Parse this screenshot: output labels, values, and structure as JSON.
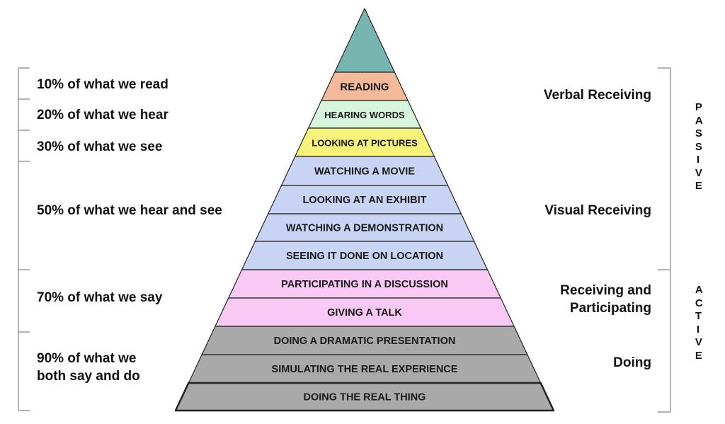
{
  "pyramid": {
    "bands": [
      {
        "label": "",
        "color": "#79b5b0"
      },
      {
        "label": "READING",
        "color": "#f4b89a"
      },
      {
        "label": "HEARING WORDS",
        "color": "#d6f5dc"
      },
      {
        "label": "LOOKING AT PICTURES",
        "color": "#f7f27a"
      },
      {
        "label": "WATCHING A MOVIE",
        "color": "#c9d4f5"
      },
      {
        "label": "LOOKING AT AN EXHIBIT",
        "color": "#c9d4f5"
      },
      {
        "label": "WATCHING A DEMONSTRATION",
        "color": "#c9d4f5"
      },
      {
        "label": "SEEING IT DONE ON LOCATION",
        "color": "#c9d4f5"
      },
      {
        "label": "PARTICIPATING IN A DISCUSSION",
        "color": "#f8c9f5"
      },
      {
        "label": "GIVING A TALK",
        "color": "#f8c9f5"
      },
      {
        "label": "DOING A DRAMATIC PRESENTATION",
        "color": "#a9a9a9"
      },
      {
        "label": "SIMULATING THE REAL EXPERIENCE",
        "color": "#a9a9a9"
      },
      {
        "label": "DOING THE REAL THING",
        "color": "#a9a9a9"
      }
    ]
  },
  "left_labels": [
    "10% of what we read",
    "20% of what we hear",
    "30% of what we see",
    "50% of what we hear and see",
    "70% of what we say",
    "90% of what we",
    "both say and do"
  ],
  "right_labels": {
    "verbal": "Verbal Receiving",
    "visual": "Visual Receiving",
    "receiving_1": "Receiving and",
    "receiving_2": "Participating",
    "doing": "Doing"
  },
  "vertical_labels": {
    "passive": "PASSIVE",
    "active": "ACTIVE"
  }
}
